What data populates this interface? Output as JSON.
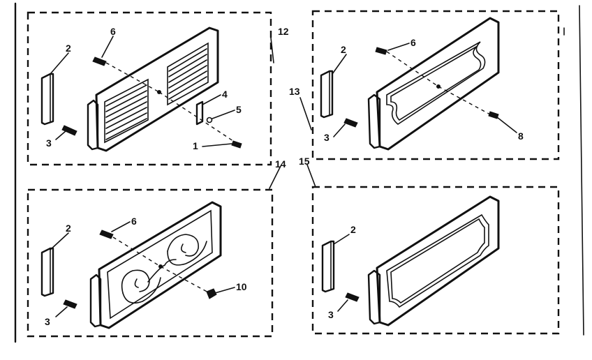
{
  "labels": {
    "kit_a": "12",
    "kit_b": "13",
    "kit_c": "14",
    "kit_d": "15",
    "a_handle": "2",
    "a_screw3": "3",
    "a_screw6": "6",
    "a_part4": "4",
    "a_part5": "5",
    "a_part1": "1",
    "b_handle": "2",
    "b_screw3": "3",
    "b_screw6": "6",
    "b_screw8": "8",
    "c_handle": "2",
    "c_screw3": "3",
    "c_screw6": "6",
    "c_screw10": "10",
    "d_handle": "2",
    "d_screw3": "3"
  }
}
